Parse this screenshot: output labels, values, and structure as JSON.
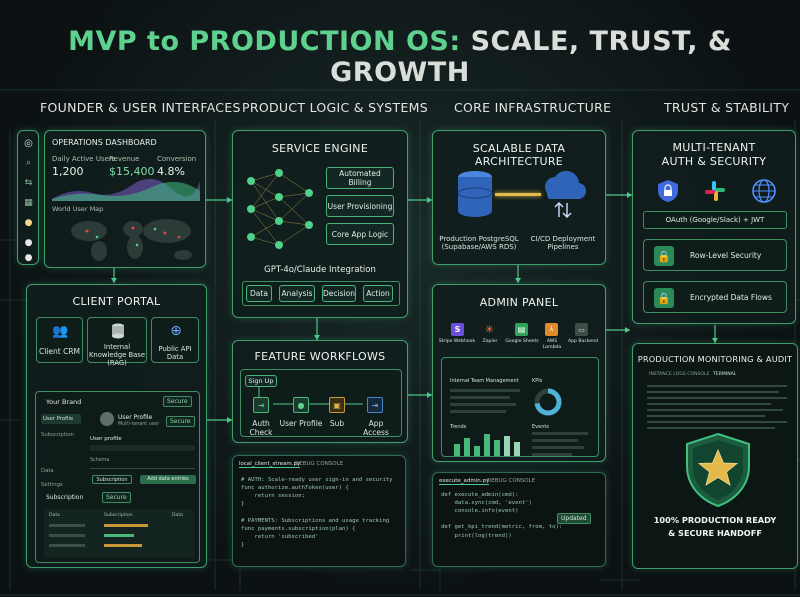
{
  "title": {
    "part1": "MVP to PRODUCTION OS:",
    "part2": "SCALE, TRUST, & GROWTH"
  },
  "columns": {
    "c1": "FOUNDER & USER INTERFACES",
    "c2": "PRODUCT LOGIC & SYSTEMS",
    "c3": "CORE INFRASTRUCTURE",
    "c4": "TRUST & STABILITY"
  },
  "ops": {
    "title": "OPERATIONS DASHBOARD",
    "metrics": [
      {
        "label": "Daily Active Users",
        "value": "1,200"
      },
      {
        "label": "Revenue",
        "value": "$15,400"
      },
      {
        "label": "Conversion",
        "value": "4.8%"
      }
    ],
    "map": "World User Map"
  },
  "client": {
    "title": "CLIENT PORTAL",
    "items": [
      {
        "label": "Client CRM"
      },
      {
        "label": "Internal Knowledge Base (RAG)"
      },
      {
        "label": "Public API Data"
      }
    ],
    "brand": "Your Brand",
    "secure": "Secure",
    "nav": [
      "User Profile",
      "Subscription",
      "Data",
      "Settings"
    ],
    "profile": "User Profile",
    "profile_sub": "Multi-tenant user",
    "profile_label": "User profile",
    "schema": "Schema",
    "btn1": "Subscription",
    "btn2": "Add data entries",
    "sub_title": "Subscription",
    "cols": [
      "Data",
      "Subscription",
      "Data"
    ]
  },
  "service": {
    "title": "SERVICE ENGINE",
    "chips": [
      "Automated Billing",
      "User Provisioning",
      "Core App Logic"
    ],
    "ai": "GPT-4o/Claude Integration",
    "flow": [
      "Data",
      "Analysis",
      "Decision",
      "Action"
    ]
  },
  "workflows": {
    "title": "FEATURE WORKFLOWS",
    "start": "Sign Up",
    "steps": [
      "Auth Check",
      "User Profile",
      "Sub",
      "App Access"
    ]
  },
  "code1": {
    "file": "local_client_stream.py",
    "tab": "DEBUG CONSOLE",
    "lines": [
      "# AUTH: Scale-ready user sign-in and security",
      "func authorize.authToken(user) {",
      "    return session;",
      "}",
      "",
      "# PAYMENTS: Subscriptions and usage tracking",
      "func payments.subscription(plan) {",
      "    return 'subscribed'",
      "}"
    ]
  },
  "data": {
    "title": "SCALABLE DATA ARCHITECTURE",
    "db": "Production PostgreSQL (Supabase/AWS RDS)",
    "ci": "CI/CD Deployment Pipelines"
  },
  "admin": {
    "title": "ADMIN PANEL",
    "integrations": [
      "Stripe Webhook",
      "Zapier",
      "Google Sheets",
      "AWS Lambda",
      "App Backend"
    ],
    "t1": "Internal Team Management",
    "t2": "KPIs",
    "t3": "Trends",
    "t4": "Events"
  },
  "code2": {
    "file": "execute_admin.py",
    "tab": "DEBUG CONSOLE",
    "lines": [
      "def execute_admin(cmd):",
      "    data.sync(cmd, 'event')",
      "    console.info(event)",
      "",
      "def get_kpi_trend(metric, from, to):",
      "    print(log(trend))"
    ],
    "badge": "Updated"
  },
  "auth": {
    "title1": "MULTI-TENANT",
    "title2": "AUTH & SECURITY",
    "oauth": "OAuth (Google/Slack) + JWT",
    "rls": "Row-Level Security",
    "enc": "Encrypted Data Flows"
  },
  "monitor": {
    "title": "PRODUCTION MONITORING & AUDIT",
    "tabs": [
      "INSTANCE LOGS CONSOLE",
      "TERMINAL"
    ],
    "tagline1": "100% PRODUCTION READY",
    "tagline2": "& SECURE HANDOFF"
  },
  "colors": {
    "accent": "#5fd18f",
    "border": "#3e9f6c",
    "gold": "#e3b94a"
  }
}
